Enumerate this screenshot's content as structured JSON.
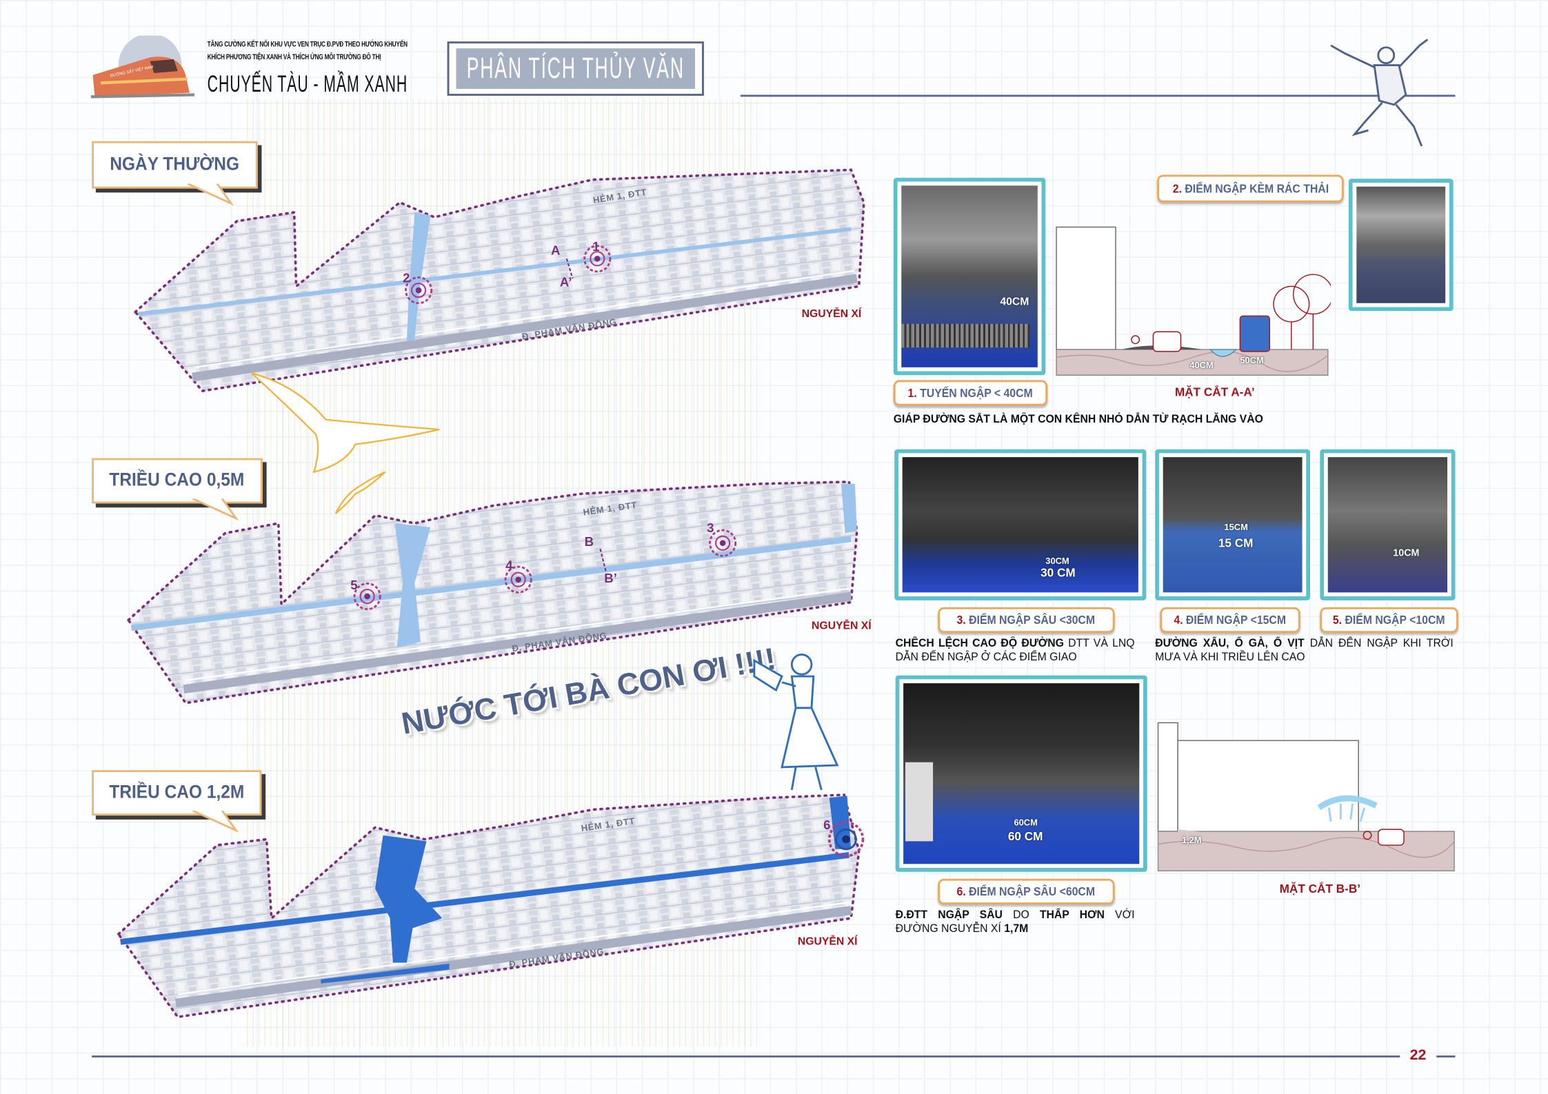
{
  "header": {
    "subtitle_line1": "TĂNG CƯỜNG KẾT NỐI KHU VỰC VEN TRỤC Đ.PVĐ THEO HƯỚNG KHUYẾN",
    "subtitle_line2": "KHÍCH PHƯƠNG TIỆN XANH VÀ THÍCH ỨNG MÔI TRƯỜNG ĐÔ THỊ",
    "brand": "CHUYẾN TÀU - MẦM XANH",
    "logo_text": "ĐƯỜNG SẮT VIỆT NAM",
    "section_title": "PHÂN TÍCH THỦY VĂN"
  },
  "maps": [
    {
      "scenario": "NGÀY THƯỜNG",
      "road_north": "HẺM 1, ĐTT",
      "road_south": "Đ. PHẠM VĂN ĐỒNG",
      "road_east": "NGUYỄN XÍ",
      "markers": [
        "1",
        "2"
      ],
      "section_marks": [
        "A",
        "A’"
      ],
      "water_level": "normal"
    },
    {
      "scenario": "TRIỀU CAO 0,5M",
      "road_north": "HẺM 1, ĐTT",
      "road_south": "Đ. PHẠM VĂN ĐỒNG",
      "road_east": "NGUYỄN XÍ",
      "markers": [
        "3",
        "4",
        "5"
      ],
      "section_marks": [
        "B",
        "B’"
      ],
      "water_level": "0,5M"
    },
    {
      "scenario": "TRIỀU CAO 1,2M",
      "road_north": "HẺM 1, ĐTT",
      "road_south": "Đ. PHẠM VĂN ĐỒNG",
      "road_east": "NGUYỄN XÍ",
      "markers": [
        "6"
      ],
      "water_level": "1,2M"
    }
  ],
  "shout": "NƯỚC TỚI BÀ CON ƠI !!!!",
  "points": [
    {
      "num": "1.",
      "label": "TUYẾN NGẬP < 40CM",
      "depth": "40CM"
    },
    {
      "num": "2.",
      "label": "ĐIỂM NGẬP KÈM RÁC THẢI"
    },
    {
      "num": "3.",
      "label": "ĐIỂM NGẬP SÂU <30CM",
      "depth_small": "30CM",
      "depth_big": "30 CM"
    },
    {
      "num": "4.",
      "label": "ĐIỂM NGẬP <15CM",
      "depth_small": "15CM",
      "depth_big": "15 CM"
    },
    {
      "num": "5.",
      "label": "ĐIỂM NGẬP <10CM",
      "depth_small": "10CM"
    },
    {
      "num": "6.",
      "label": "ĐIỂM NGẬP SÂU <60CM",
      "depth_small": "60CM",
      "depth_big": "60 CM"
    }
  ],
  "section_aa": {
    "title": "MẶT CẮT A-A’",
    "level_left": "40CM",
    "level_right": "50CM"
  },
  "section_bb": {
    "title": "MẶT CẮT B-B’",
    "level": "1,2M"
  },
  "captions": {
    "aa": "GIÁP ĐƯỜNG SẮT LÀ MỘT CON KÊNH NHỎ DẪN TỪ RẠCH LĂNG VÀO",
    "p3_bold": "CHÊCH LỆCH CAO ĐỘ ĐƯỜNG",
    "p3_rest": " DTT VÀ LNQ DẪN ĐẾN NGẬP Ở CÁC ĐIỂM GIAO",
    "p45_bold": "ĐƯỜNG XẤU, Ổ GÀ, Ổ VỊT",
    "p45_rest": " DẪN ĐẾN NGẬP KHI TRỜI MƯA VÀ KHI TRIỀU LÊN CAO",
    "p6_a": "Đ.ĐTT NGẬP SÂU",
    "p6_b": " DO ",
    "p6_c": "THẤP HƠN",
    "p6_d": " VỚI ĐƯỜNG NGUYỄN XÍ ",
    "p6_e": "1,7M"
  },
  "footer": {
    "page": "22"
  },
  "colors": {
    "accent": "#5a6990",
    "frame": "#5cc1cd",
    "tag_border": "#e9a95e",
    "red": "#a5141e",
    "boundary": "#7a2e78",
    "water": "#9cc3ec",
    "flood": "#2f6fd0"
  }
}
